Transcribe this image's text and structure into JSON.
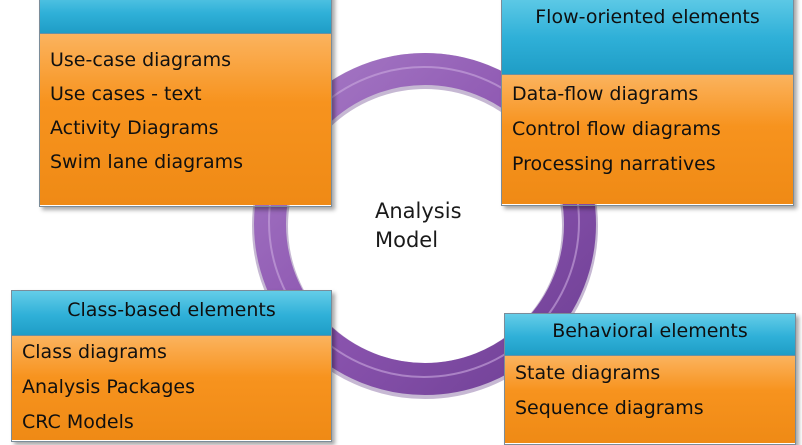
{
  "center": {
    "line1": "Analysis",
    "line2": "Model"
  },
  "blocks": {
    "scenario": {
      "title": "",
      "items": [
        "Use-case diagrams",
        "Use cases - text",
        "Activity Diagrams",
        "Swim lane diagrams"
      ]
    },
    "flow": {
      "title": "Flow-oriented elements",
      "items": [
        "Data-flow diagrams",
        "Control flow diagrams",
        "Processing narratives"
      ]
    },
    "class": {
      "title": "Class-based elements",
      "items": [
        "Class diagrams",
        "Analysis Packages",
        "CRC Models"
      ]
    },
    "behavioral": {
      "title": "Behavioral elements",
      "items": [
        "State diagrams",
        "Sequence diagrams"
      ]
    }
  },
  "colors": {
    "ring": "#8c55b0",
    "header": "#2fb0d8",
    "body": "#f7931e"
  }
}
